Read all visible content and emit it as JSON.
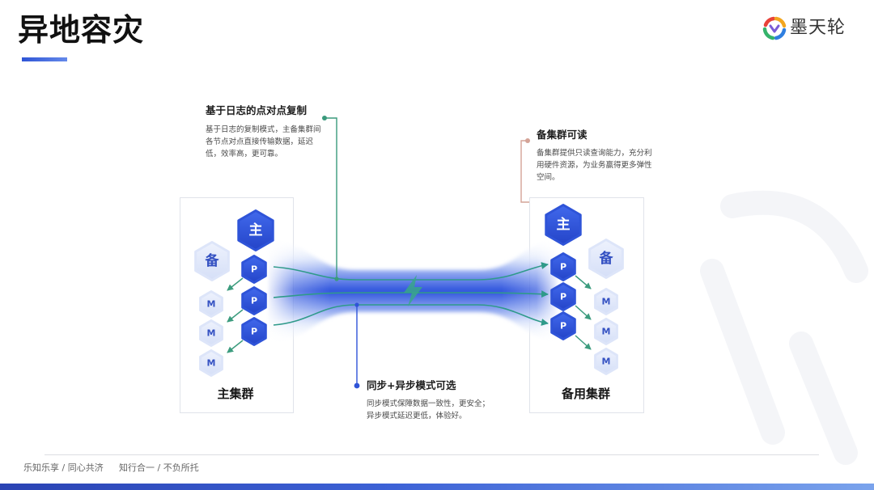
{
  "slide": {
    "title": "异地容灾",
    "logo_text": "墨天轮",
    "footer": {
      "motto_1": "乐知乐享 / 同心共济",
      "motto_2": "知行合一 / 不负所托"
    }
  },
  "clusters": {
    "primary": {
      "label": "主集群",
      "master_node": "主",
      "standby_node": "备",
      "p_nodes": [
        "P",
        "P",
        "P"
      ],
      "m_nodes": [
        "M",
        "M",
        "M"
      ]
    },
    "standby": {
      "label": "备用集群",
      "master_node": "主",
      "standby_node": "备",
      "p_nodes": [
        "P",
        "P",
        "P"
      ],
      "m_nodes": [
        "M",
        "M",
        "M"
      ]
    }
  },
  "annotations": {
    "log_replication": {
      "title": "基于日志的点对点复制",
      "lines": [
        "基于日志的复制模式，主备集群间",
        "各节点对点直接传输数据，延迟",
        "低，效率高，更可靠。"
      ]
    },
    "readable_standby": {
      "title": "备集群可读",
      "lines": [
        "备集群提供只读查询能力，充分利",
        "用硬件资源，为业务赢得更多弹性",
        "空间。"
      ]
    },
    "sync_async": {
      "title": "同步+异步模式可选",
      "lines": [
        "同步模式保障数据一致性，更安全；",
        "异步模式延迟更低，体验好。"
      ]
    }
  },
  "colors": {
    "primary_blue": "#2f54d8",
    "light_node": "#e3eafa",
    "node_text": "#3451c2",
    "flow_teal": "#2f9a8a",
    "node_arrow": "#3c9c7e",
    "accent_rose": "#d4a397"
  },
  "icons": {
    "logo": "motianlun-logo-icon",
    "flow": "lightning-icon",
    "node_arrow": "arrow-icon"
  }
}
